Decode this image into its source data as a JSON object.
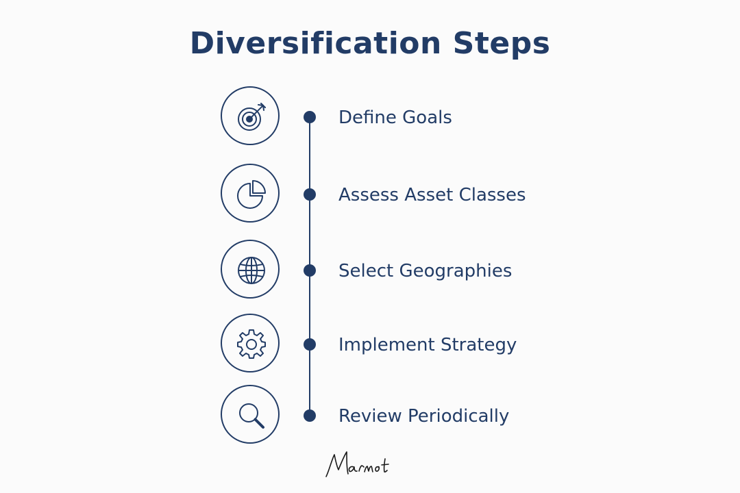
{
  "title": "Diversification Steps",
  "accent_color": "#223c66",
  "steps": [
    {
      "label": "Define Goals",
      "icon": "target-icon"
    },
    {
      "label": "Assess Asset Classes",
      "icon": "pie-chart-icon"
    },
    {
      "label": "Select Geographies",
      "icon": "globe-icon"
    },
    {
      "label": "Implement Strategy",
      "icon": "gear-icon"
    },
    {
      "label": "Review Periodically",
      "icon": "magnifier-icon"
    }
  ],
  "signature": "Marmot"
}
